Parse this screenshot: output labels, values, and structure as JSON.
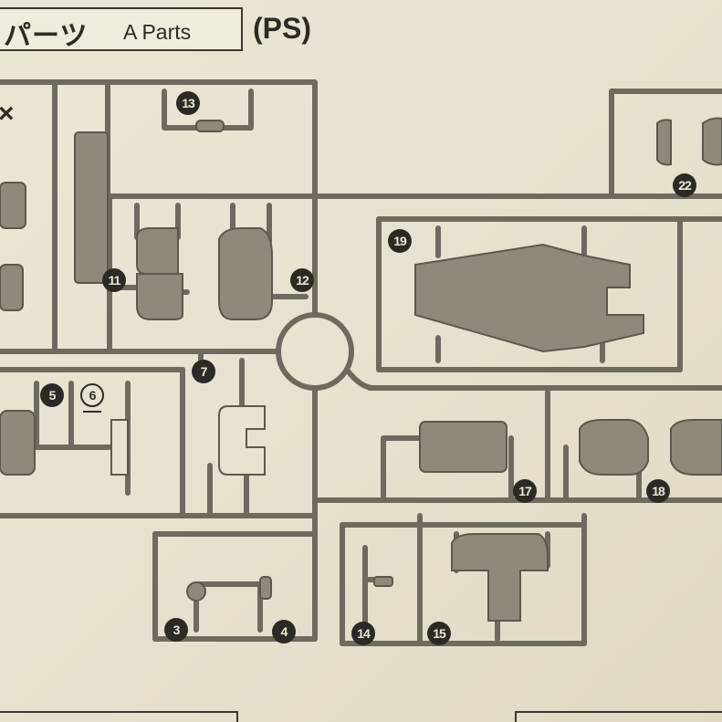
{
  "header": {
    "title_jp": "パーツ",
    "title_en": "A Parts",
    "title_suffix": "(PS)"
  },
  "marks": {
    "cross": "×"
  },
  "part_numbers": [
    {
      "id": "3",
      "label": "3"
    },
    {
      "id": "4",
      "label": "4"
    },
    {
      "id": "5",
      "label": "5"
    },
    {
      "id": "6",
      "label": "6"
    },
    {
      "id": "7",
      "label": "7"
    },
    {
      "id": "11",
      "label": "11"
    },
    {
      "id": "12",
      "label": "12"
    },
    {
      "id": "13",
      "label": "13"
    },
    {
      "id": "14",
      "label": "14"
    },
    {
      "id": "15",
      "label": "15"
    },
    {
      "id": "17",
      "label": "17"
    },
    {
      "id": "18",
      "label": "18"
    },
    {
      "id": "19",
      "label": "19"
    },
    {
      "id": "22",
      "label": "22"
    }
  ]
}
